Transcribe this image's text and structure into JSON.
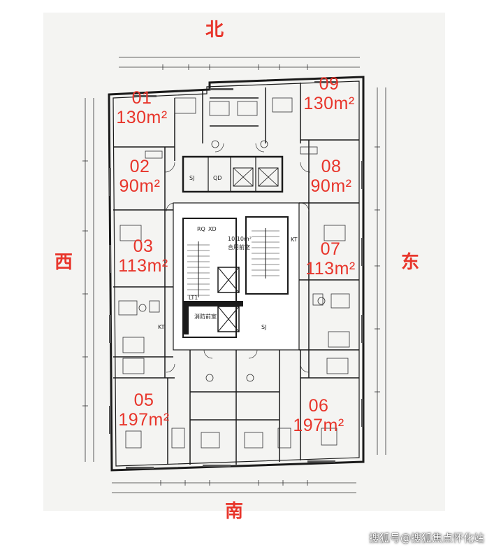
{
  "directions": {
    "north": "北",
    "south": "南",
    "west": "西",
    "east": "东"
  },
  "units": [
    {
      "id": "01",
      "number": "01",
      "area": "130m²"
    },
    {
      "id": "02",
      "number": "02",
      "area": "90m²"
    },
    {
      "id": "03",
      "number": "03",
      "area": "113m²"
    },
    {
      "id": "05",
      "number": "05",
      "area": "197m²"
    },
    {
      "id": "06",
      "number": "06",
      "area": "197m²"
    },
    {
      "id": "07",
      "number": "07",
      "area": "113m²"
    },
    {
      "id": "08",
      "number": "08",
      "area": "90m²"
    },
    {
      "id": "09",
      "number": "09",
      "area": "130m²"
    }
  ],
  "plan_labels": {
    "elevator_sj": "SJ",
    "elevator_qd": "QD",
    "refuge_area": "10.10m²",
    "refuge_name": "合用前室",
    "fire_room": "消防前室",
    "stair_tag": "LT1",
    "room_code_rq": "RQ",
    "room_code_xd": "XD",
    "room_code_kt": "KT"
  },
  "watermark": "搜狐号@搜狐焦点怀化站",
  "colors": {
    "label_red": "#e8352b",
    "line": "#1a1a1a",
    "paper": "#f4f4f2"
  }
}
